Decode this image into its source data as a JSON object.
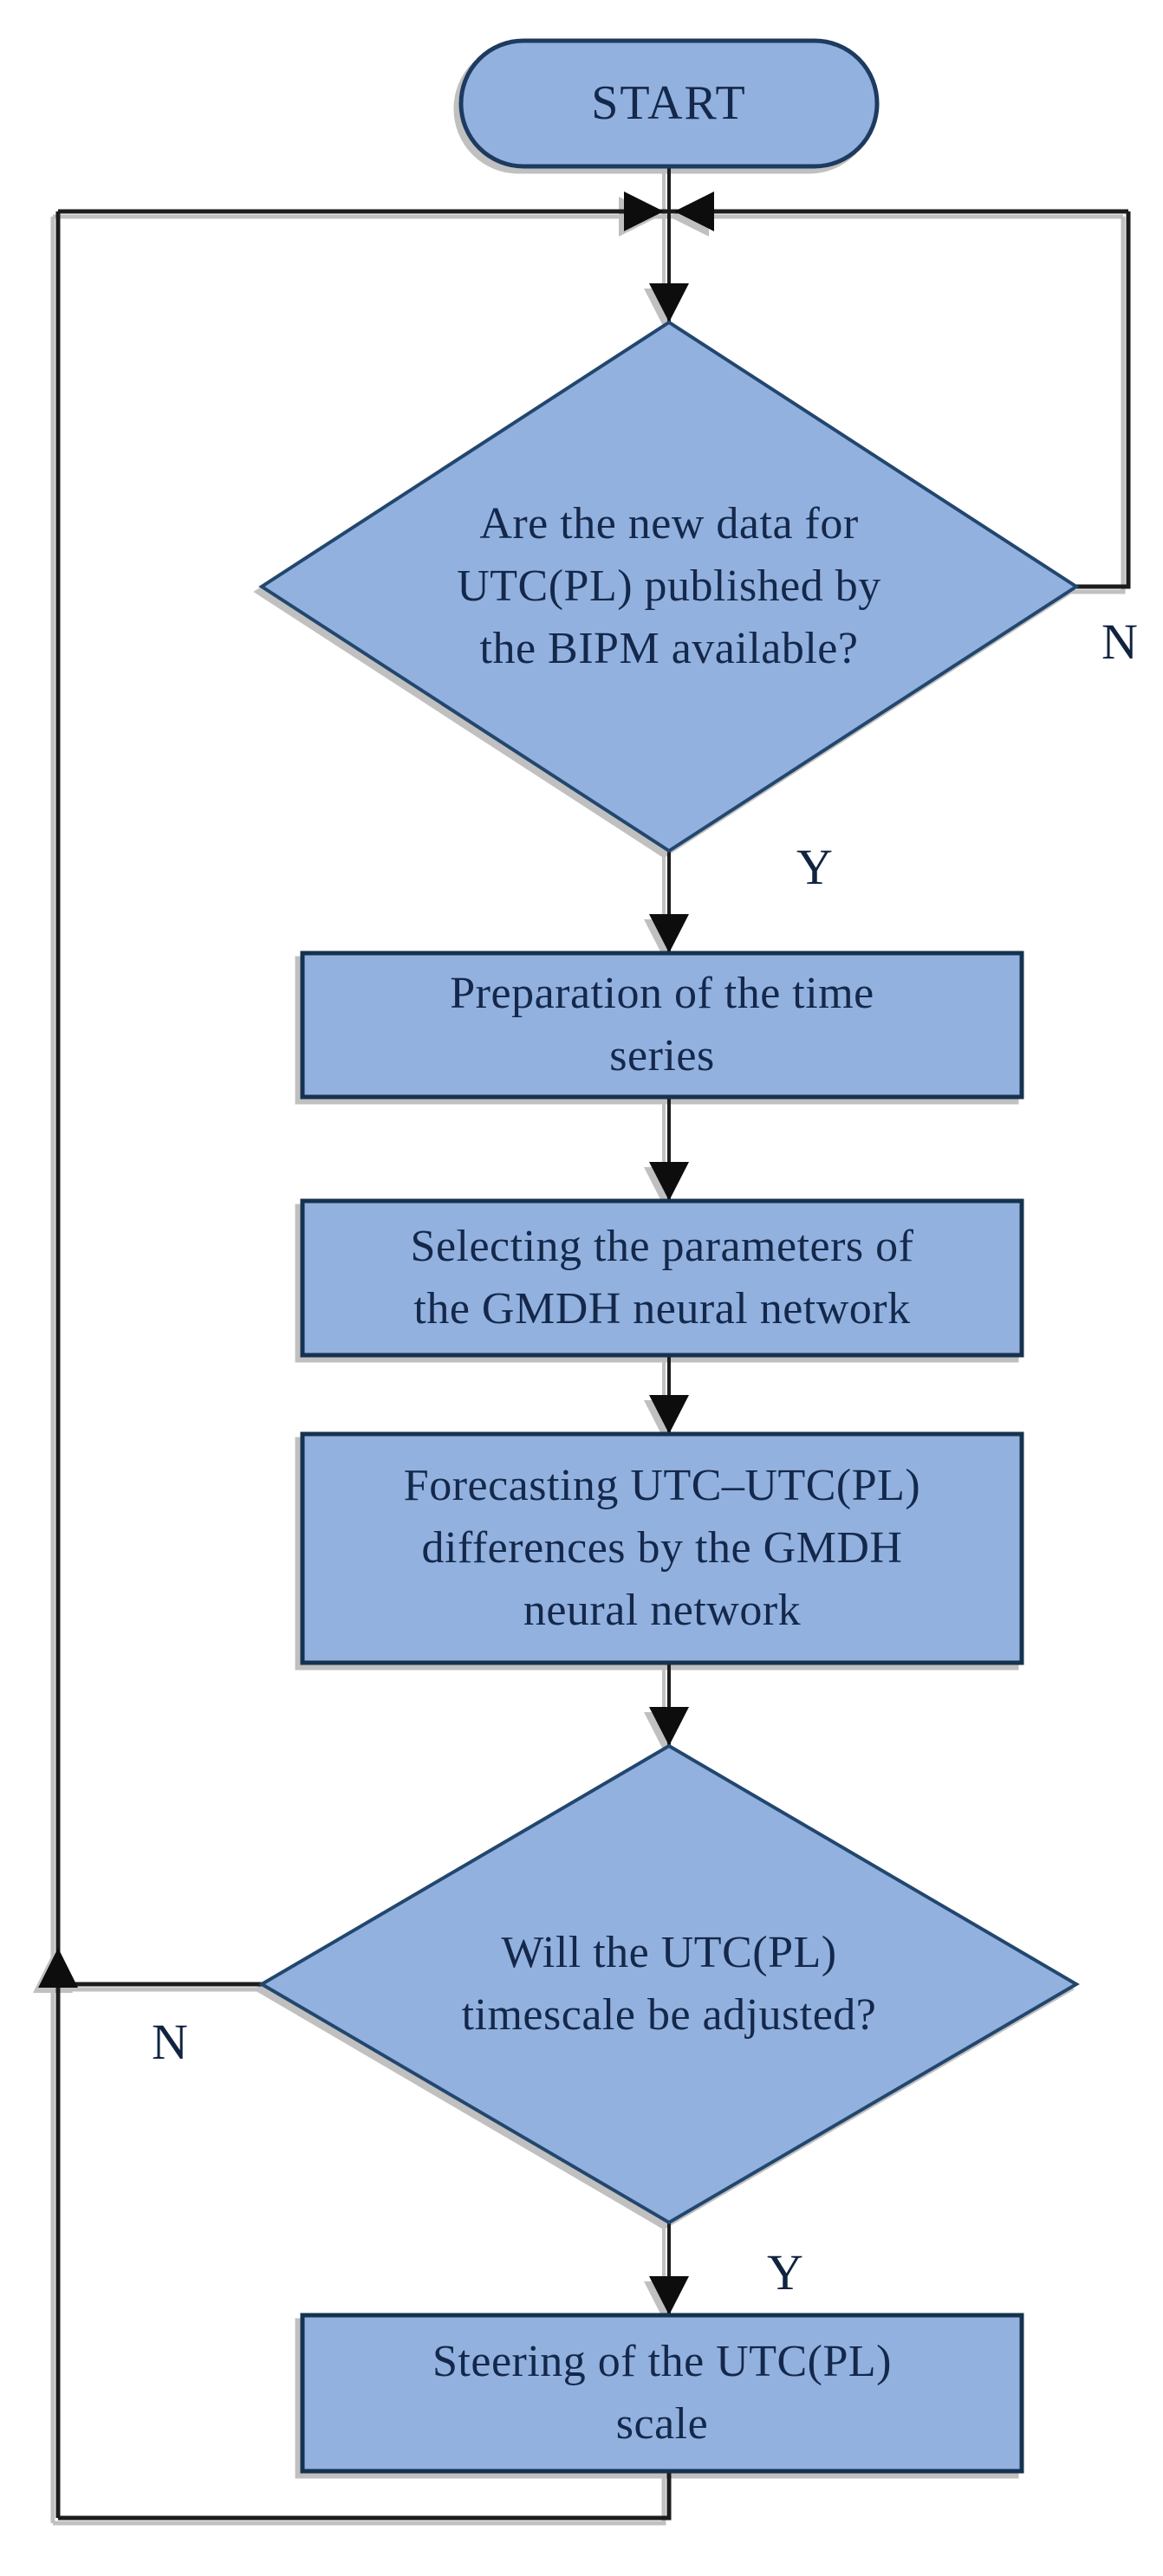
{
  "figure": {
    "type": "flowchart",
    "background": "#ffffff",
    "colors": {
      "node_fill": "#92b1de",
      "node_border": "#1b3a5f",
      "rect_border": "#16304f",
      "text": "#14284b",
      "line": "#1a1a1a",
      "shadow": "#b5b5b5"
    },
    "nodes": {
      "start": {
        "type": "terminator",
        "label": "START"
      },
      "decision1": {
        "type": "decision",
        "label": "Are the new data for\nUTC(PL) published by\nthe BIPM available?",
        "no_label": "N",
        "yes_label": "Y"
      },
      "process1": {
        "type": "process",
        "label": "Preparation of the time\nseries"
      },
      "process2": {
        "type": "process",
        "label": "Selecting the parameters of\nthe GMDH neural network"
      },
      "process3": {
        "type": "process",
        "label": "Forecasting UTC–UTC(PL)\ndifferences by the GMDH\nneural network"
      },
      "decision2": {
        "type": "decision",
        "label": "Will the UTC(PL)\ntimescale be adjusted?",
        "no_label": "N",
        "yes_label": "Y"
      },
      "process4": {
        "type": "process",
        "label": "Steering of the UTC(PL)\nscale"
      }
    },
    "edges": [
      "start -> decision1",
      "decision1 -N-> top junction (loop right)",
      "decision1 -Y-> process1",
      "process1 -> process2",
      "process2 -> process3",
      "process3 -> decision2",
      "decision2 -N-> left loop up to top junction",
      "decision2 -Y-> process4",
      "process4 -> bottom loop -> left loop up"
    ]
  }
}
